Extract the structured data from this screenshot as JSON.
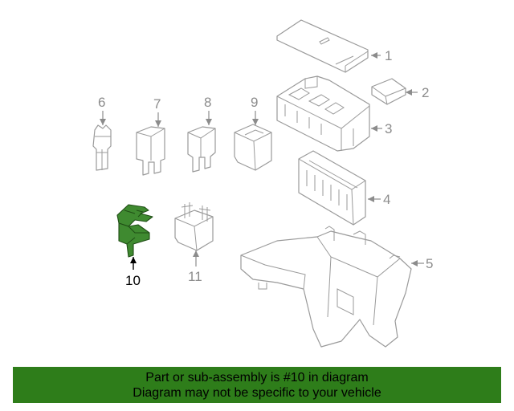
{
  "diagram": {
    "callouts": [
      {
        "num": "1"
      },
      {
        "num": "2"
      },
      {
        "num": "3"
      },
      {
        "num": "4"
      },
      {
        "num": "5"
      },
      {
        "num": "6"
      },
      {
        "num": "7"
      },
      {
        "num": "8"
      },
      {
        "num": "9"
      },
      {
        "num": "10"
      },
      {
        "num": "11"
      }
    ],
    "highlighted_part": "10",
    "highlight_color": "#3f8a30"
  },
  "banner": {
    "line1": "Part or sub-assembly is #10 in diagram",
    "line2": "Diagram may not be specific to your vehicle",
    "background_color": "#2e7d1a"
  }
}
